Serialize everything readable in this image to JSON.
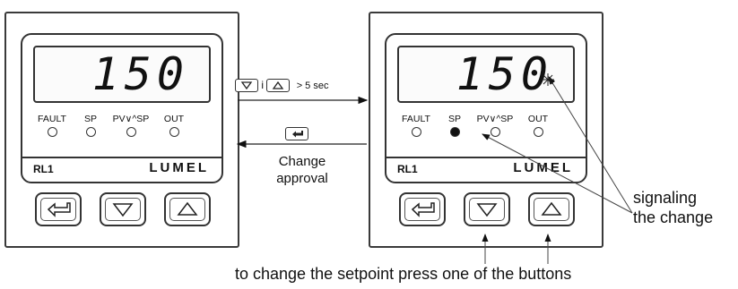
{
  "devices": [
    {
      "model": "RL1",
      "brand": "LUMEL",
      "display": "150",
      "leds": [
        {
          "label": "FAULT",
          "on": false
        },
        {
          "label": "SP",
          "on": false
        },
        {
          "label": "PV∨^SP",
          "on": false
        },
        {
          "label": "OUT",
          "on": false
        }
      ],
      "buttons": [
        "enter-icon",
        "triangle-down-icon",
        "triangle-up-icon"
      ]
    },
    {
      "model": "RL1",
      "brand": "LUMEL",
      "display": "150",
      "leds": [
        {
          "label": "FAULT",
          "on": false
        },
        {
          "label": "SP",
          "on": true
        },
        {
          "label": "PV∨^SP",
          "on": false
        },
        {
          "label": "OUT",
          "on": false
        }
      ],
      "buttons": [
        "enter-icon",
        "triangle-down-icon",
        "triangle-up-icon"
      ]
    }
  ],
  "diagram": {
    "top_arrow": {
      "separator": "i",
      "duration": "> 5 sec",
      "keys": [
        "triangle-down-icon",
        "triangle-up-icon"
      ]
    },
    "bottom_arrow": {
      "key": "enter-icon",
      "line1": "Change",
      "line2": "approval"
    },
    "signal_label": {
      "line1": "signaling",
      "line2": "the change"
    },
    "footer": "to change the setpoint press one of the buttons"
  }
}
